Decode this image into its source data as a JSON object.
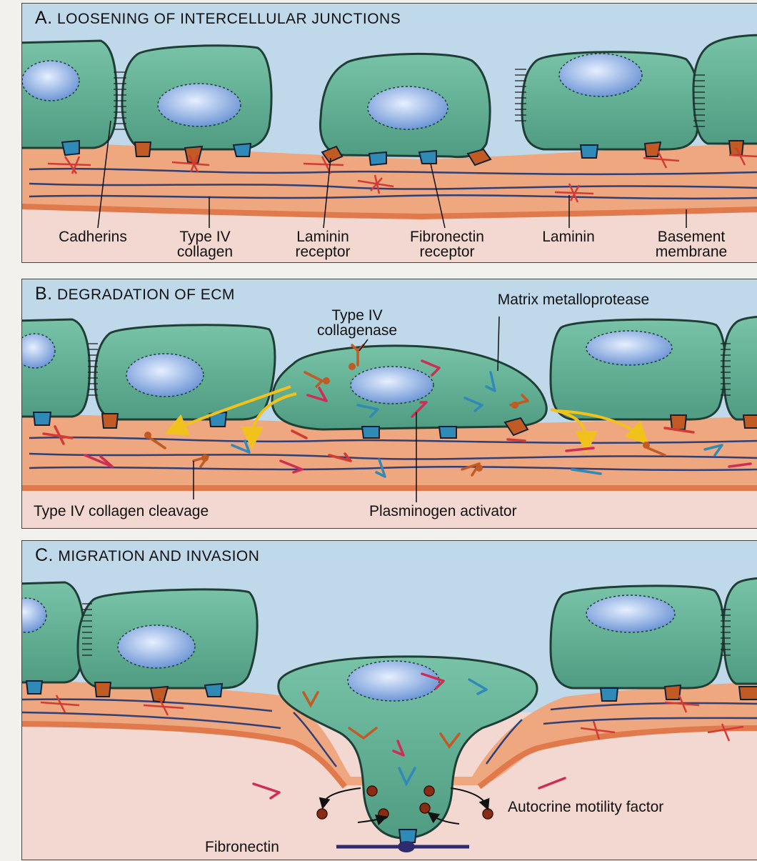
{
  "panels": [
    {
      "id": "A",
      "letter": "A.",
      "title": "LOOSENING OF INTERCELLULAR JUNCTIONS",
      "labels": [
        "Cadherins",
        "Type IV collagen",
        "Laminin receptor",
        "Fibronectin receptor",
        "Laminin",
        "Basement membrane"
      ]
    },
    {
      "id": "B",
      "letter": "B.",
      "title": "DEGRADATION OF ECM",
      "labels": [
        "Type IV collagenase",
        "Matrix metalloprotease",
        "Type IV collagen cleavage",
        "Plasminogen activator"
      ]
    },
    {
      "id": "C",
      "letter": "C.",
      "title": "MIGRATION AND INVASION",
      "labels": [
        "Autocrine motility factor",
        "Fibronectin"
      ]
    }
  ],
  "colors": {
    "sky": "#bfd9ea",
    "membrane": "#eea77e",
    "membrane_dark": "#e07a4c",
    "stroma": "#f2d8d0",
    "cell": "#5fae93",
    "cell_edge": "#1f3f36",
    "nucleus": "#8aaee0",
    "fiber": "#2f3f78",
    "laminin": "#d23a36",
    "receptor_blue": "#2f8ab8",
    "receptor_orange": "#c25a23",
    "arrow_yellow": "#f2c21c"
  }
}
